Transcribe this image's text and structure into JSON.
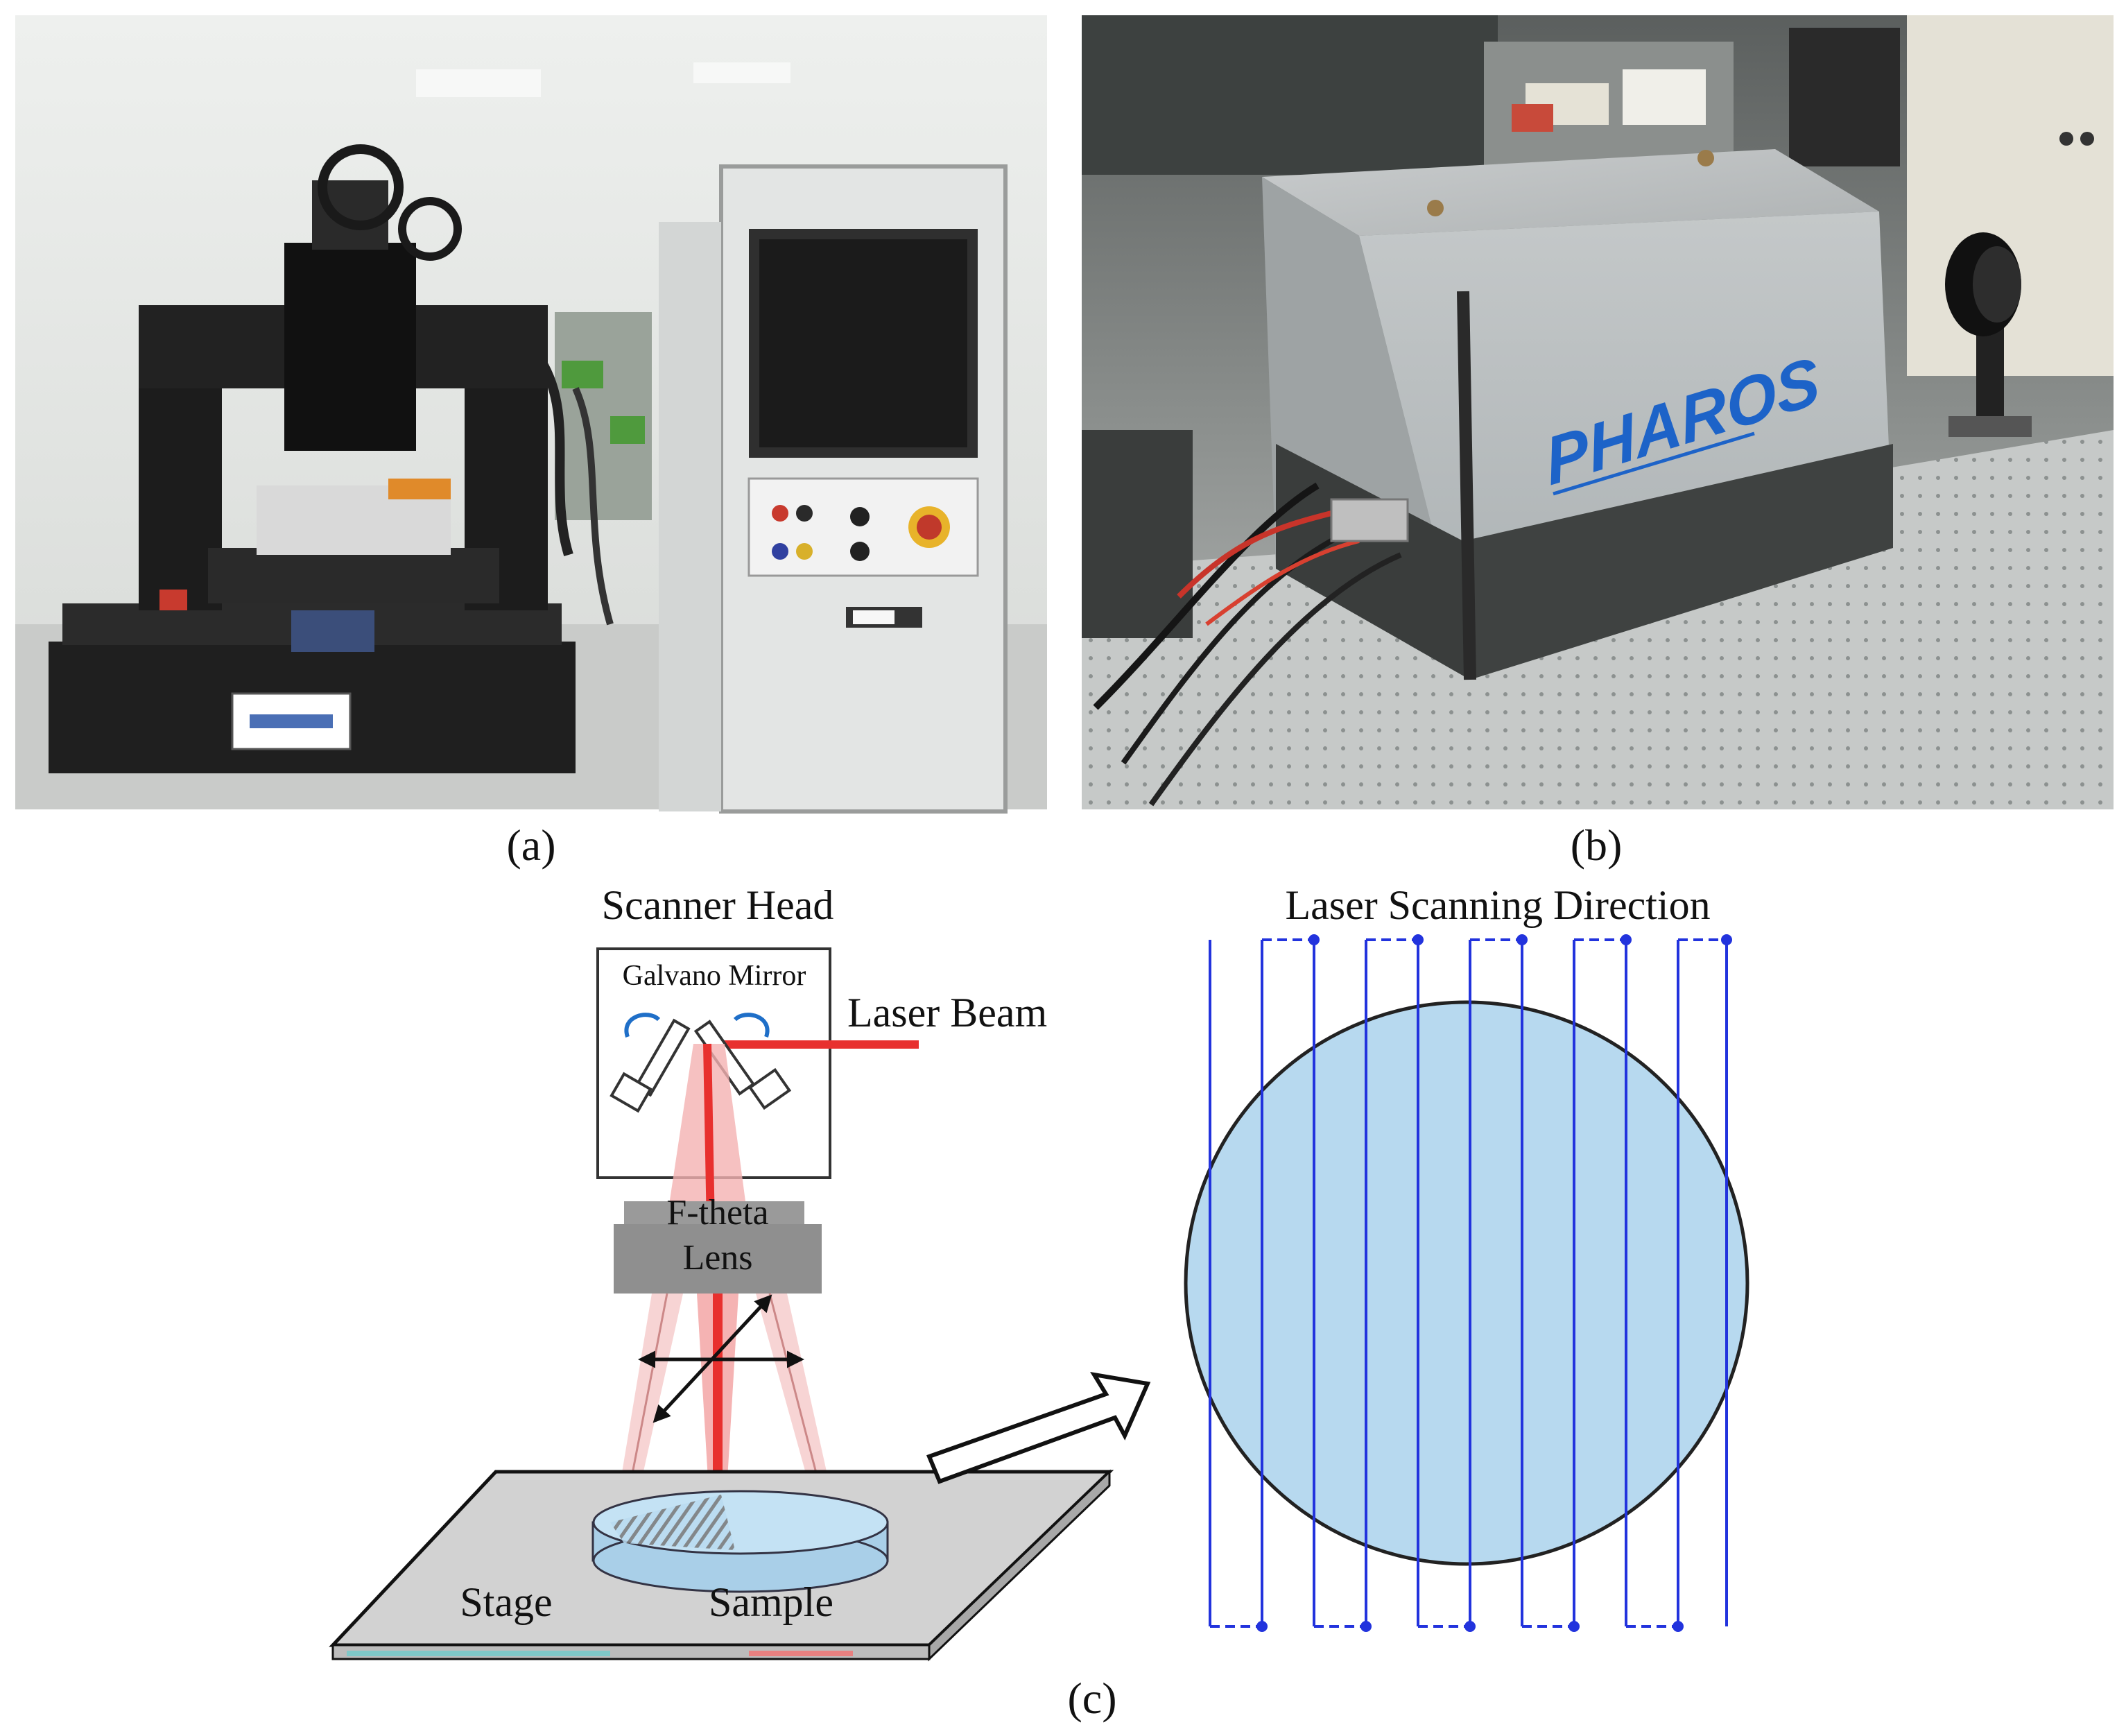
{
  "panels": {
    "a": {
      "caption": "(a)"
    },
    "b": {
      "caption": "(b)",
      "brand_text": "PHAROS"
    },
    "c": {
      "caption": "(c)",
      "scanner_head_label": "Scanner Head",
      "galvano_label": "Galvano Mirror",
      "laser_beam_label": "Laser Beam",
      "ftheta_label_line1": "F-theta",
      "ftheta_label_line2": "Lens",
      "stage_label": "Stage",
      "sample_label": "Sample",
      "scanning_direction_label": "Laser Scanning Direction"
    }
  },
  "colors": {
    "laser": "#e8302e",
    "scan_line": "#2233dd",
    "sample_fill": "#b7d9ef",
    "lens_gray": "#8f8f8f",
    "stage_gray": "#d2d2d2"
  }
}
